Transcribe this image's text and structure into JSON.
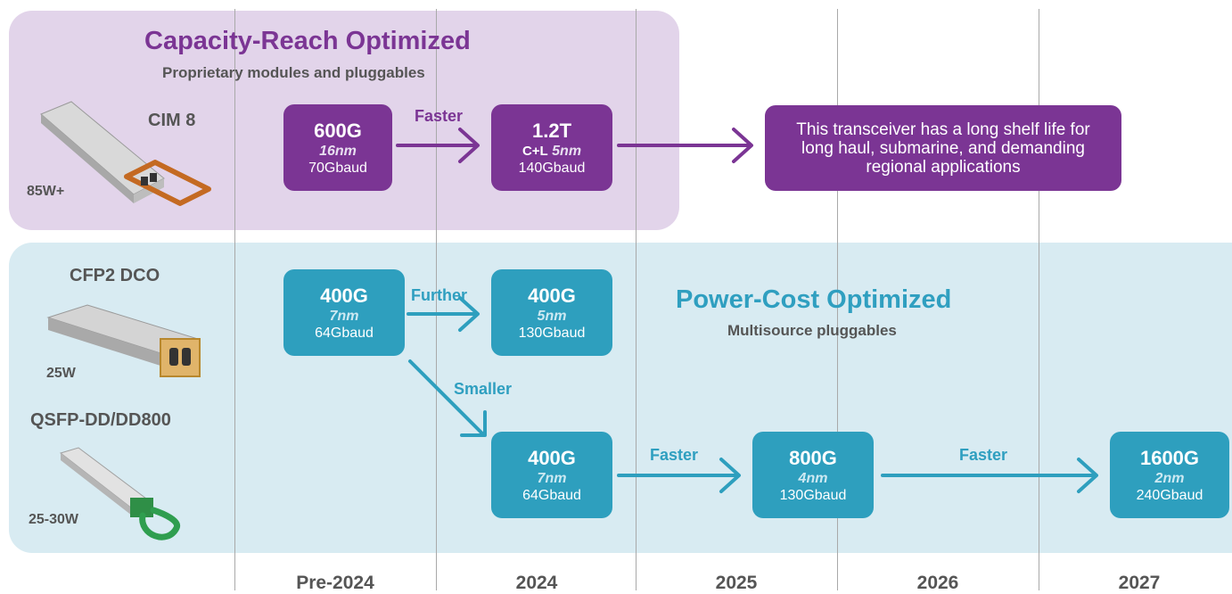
{
  "colors": {
    "capacity_purple": "#7b3594",
    "power_teal": "#2e9fbe",
    "band_purple": "#e2d4ea",
    "band_teal": "#d8ebf2",
    "text_gray": "#555555"
  },
  "capacity": {
    "title": "Capacity-Reach Optimized",
    "subtitle": "Proprietary modules and pluggables",
    "module": {
      "name": "CIM 8",
      "power": "85W+",
      "icon": "transceiver-module-icon"
    },
    "boxes": [
      {
        "main": "600G",
        "node": "16nm",
        "baud": "70Gbaud"
      },
      {
        "main": "1.2T",
        "band": "C+L",
        "node": "5nm",
        "baud": "140Gbaud"
      }
    ],
    "arrow_label": "Faster",
    "note": "This transceiver has a long shelf life for long haul, submarine, and demanding regional applications"
  },
  "power_cost": {
    "title": "Power-Cost Optimized",
    "subtitle": "Multisource pluggables",
    "modules": [
      {
        "name": "CFP2 DCO",
        "power": "25W",
        "icon": "cfp2-module-icon"
      },
      {
        "name": "QSFP-DD/DD800",
        "power": "25-30W",
        "icon": "qsfp-module-icon"
      }
    ],
    "boxes": [
      {
        "main": "400G",
        "node": "7nm",
        "baud": "64Gbaud"
      },
      {
        "main": "400G",
        "node": "5nm",
        "baud": "130Gbaud"
      },
      {
        "main": "400G",
        "node": "7nm",
        "baud": "64Gbaud"
      },
      {
        "main": "800G",
        "node": "4nm",
        "baud": "130Gbaud"
      },
      {
        "main": "1600G",
        "node": "2nm",
        "baud": "240Gbaud"
      }
    ],
    "arrow_labels": {
      "further": "Further",
      "smaller": "Smaller",
      "faster1": "Faster",
      "faster2": "Faster"
    }
  },
  "years": [
    "Pre-2024",
    "2024",
    "2025",
    "2026",
    "2027"
  ]
}
